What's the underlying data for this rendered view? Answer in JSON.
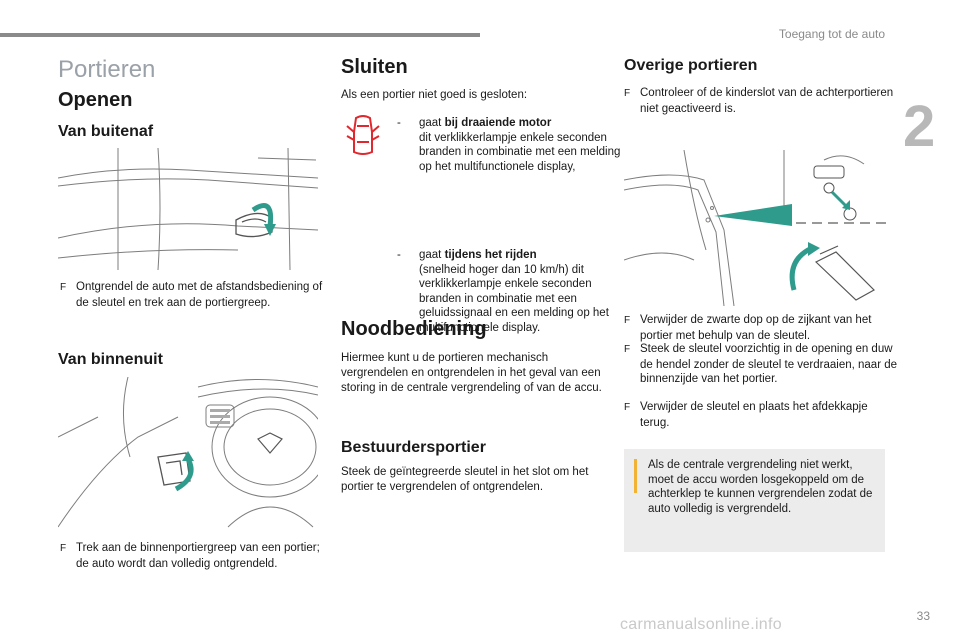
{
  "chapter": "Toegang tot de auto",
  "chapter_number": "2",
  "page_number": "33",
  "footer": "carmanualsonline.info",
  "page_title": "Portieren",
  "left": {
    "openen": "Openen",
    "van_buitenaf": "Van buitenaf",
    "buitenaf_text": "Ontgrendel de auto met de afstandsbediening of de sleutel en trek aan de portiergreep.",
    "van_binnenuit": "Van binnenuit",
    "binnenuit_text": "Trek aan de binnenportiergreep van een portier; de auto wordt dan volledig ontgrendeld.",
    "bullet_glyph": "F"
  },
  "middle": {
    "sluiten": "Sluiten",
    "sluiten_intro": "Als een portier niet goed is gesloten:",
    "dash1_pre": "gaat ",
    "dash1_bold": "bij draaiende motor",
    "dash1_rest": "dit verklikkerlampje enkele seconden branden in combinatie met een melding op het multifunctionele display,",
    "dash2_pre": "gaat ",
    "dash2_bold": "tijdens het rijden",
    "dash2_rest": "(snelheid hoger dan 10 km/h) dit verklikkerlampje enkele seconden branden in combinatie met een geluidssignaal en een melding op het multifunctionele display.",
    "noodbediening": "Noodbediening",
    "nood_text": "Hiermee kunt u de portieren mechanisch vergrendelen en ontgrendelen in het geval van een storing in de centrale vergrendeling of van de accu.",
    "bestuurder": "Bestuurdersportier",
    "bestuurder_text": "Steek de geïntegreerde sleutel in het slot om het portier te vergrendelen of ontgrendelen."
  },
  "right": {
    "overige": "Overige portieren",
    "b1": "Controleer of de kinderslot van de achterportieren niet geactiveerd is.",
    "b2": "Verwijder de zwarte dop op de zijkant van het portier met behulp van de sleutel.",
    "b3": "Steek de sleutel voorzichtig in de opening en duw de hendel zonder de sleutel te verdraaien, naar de binnenzijde van het portier.",
    "b4": "Verwijder de sleutel en plaats het afdekkapje terug.",
    "info": "Als de centrale vergrendeling niet werkt, moet de accu worden losgekoppeld om de achterklep te kunnen vergrendelen zodat de auto volledig is vergrendeld."
  },
  "colors": {
    "accent_teal": "#2e9b8c",
    "warning_red": "#e0282e",
    "info_yellow": "#f2b233",
    "info_bg": "#ececec"
  }
}
